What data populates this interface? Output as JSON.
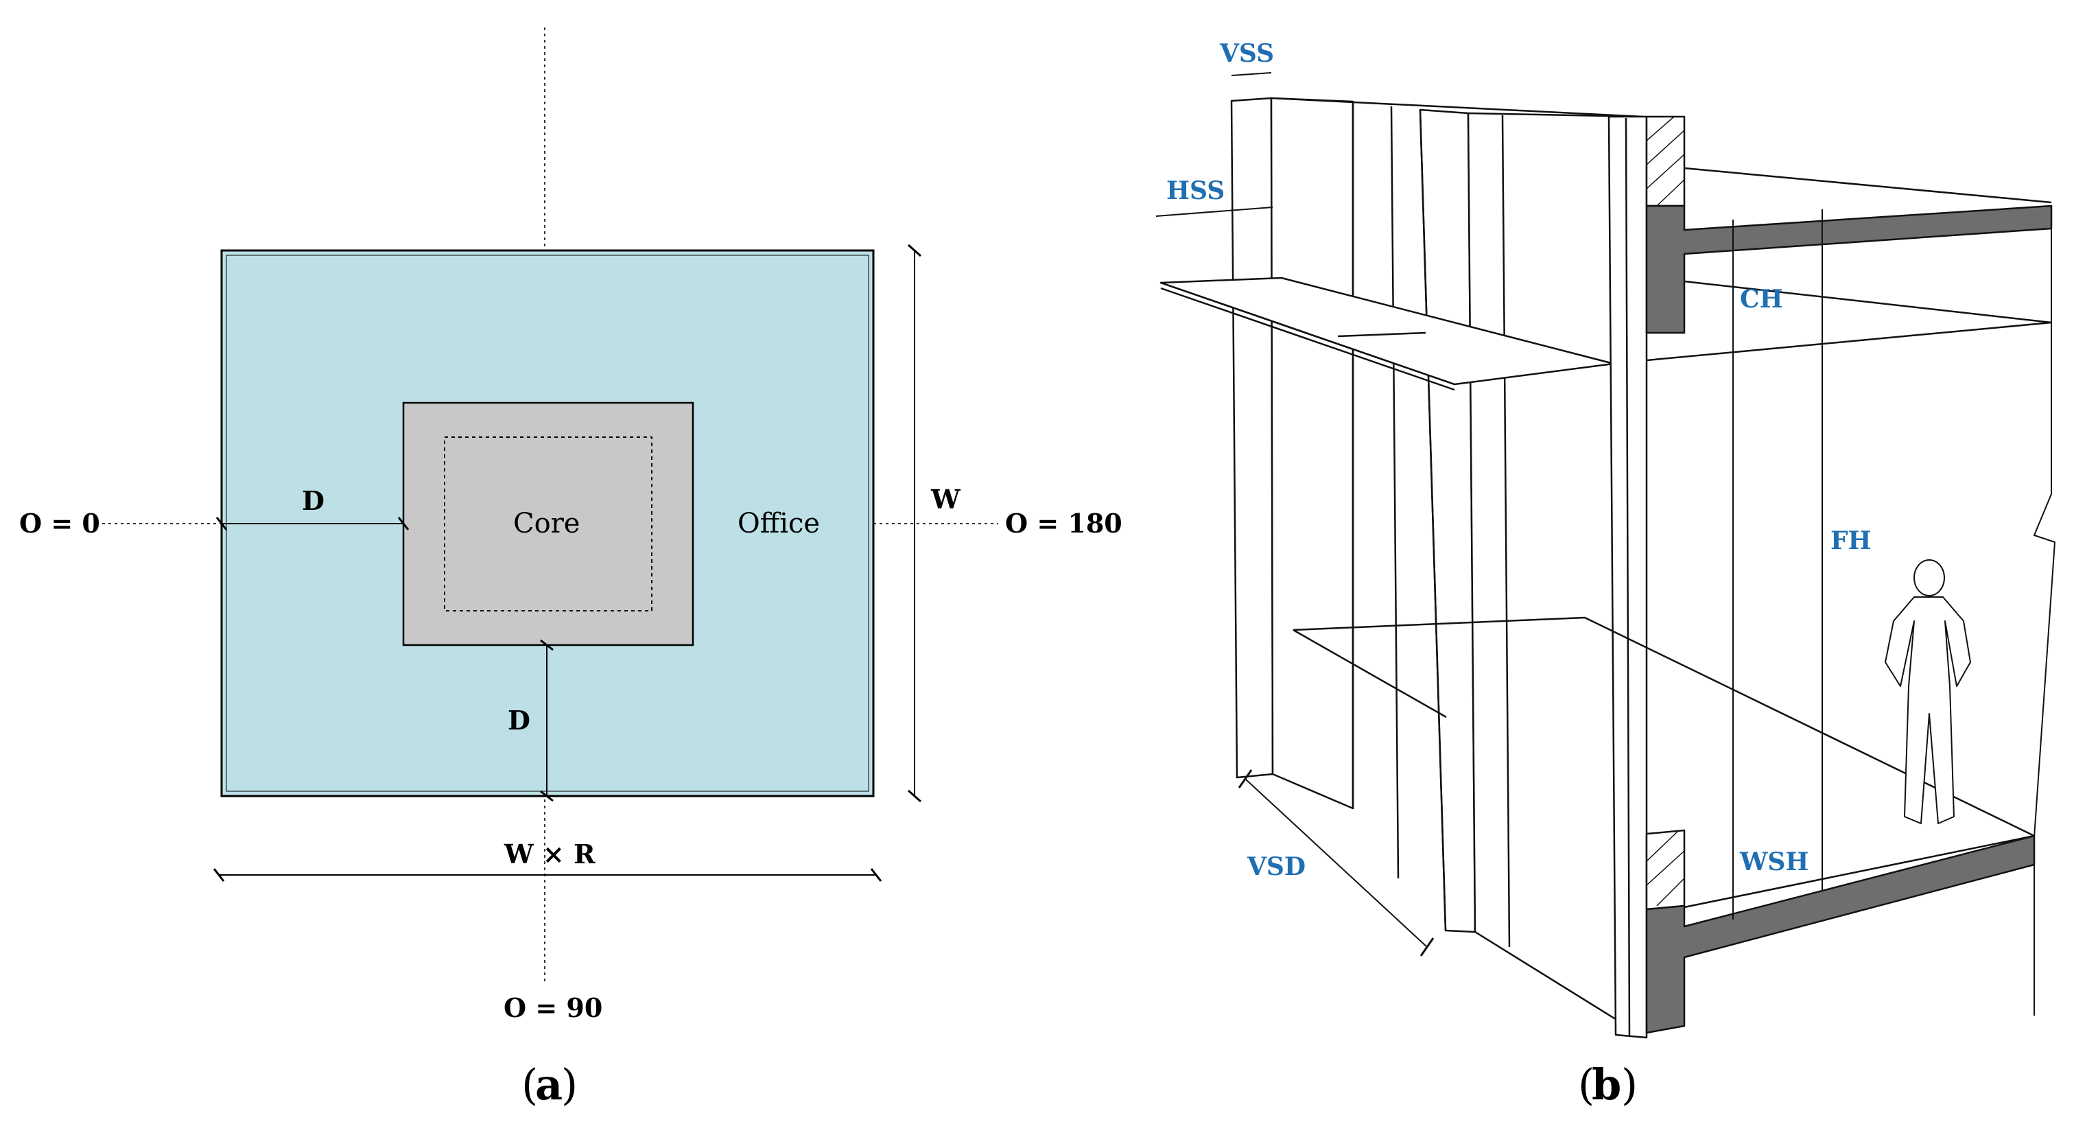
{
  "colors": {
    "office_fill": "#bde0e6",
    "core_fill": "#c8c8c8",
    "blue_label": "#1f6fb2",
    "slab": "#6e6e6e"
  },
  "panel_a": {
    "caption": "a",
    "labels": {
      "orient_0": "O = 0",
      "orient_180": "O = 180",
      "orient_90": "O = 90",
      "depth_left": "D",
      "depth_bottom": "D",
      "width": "W",
      "length": "W × R",
      "core": "Core",
      "office": "Office"
    }
  },
  "panel_b": {
    "caption": "b",
    "labels": {
      "vss": "VSS",
      "hss": "HSS",
      "ch": "CH",
      "fh": "FH",
      "wsh": "WSH",
      "vsd": "VSD"
    }
  }
}
